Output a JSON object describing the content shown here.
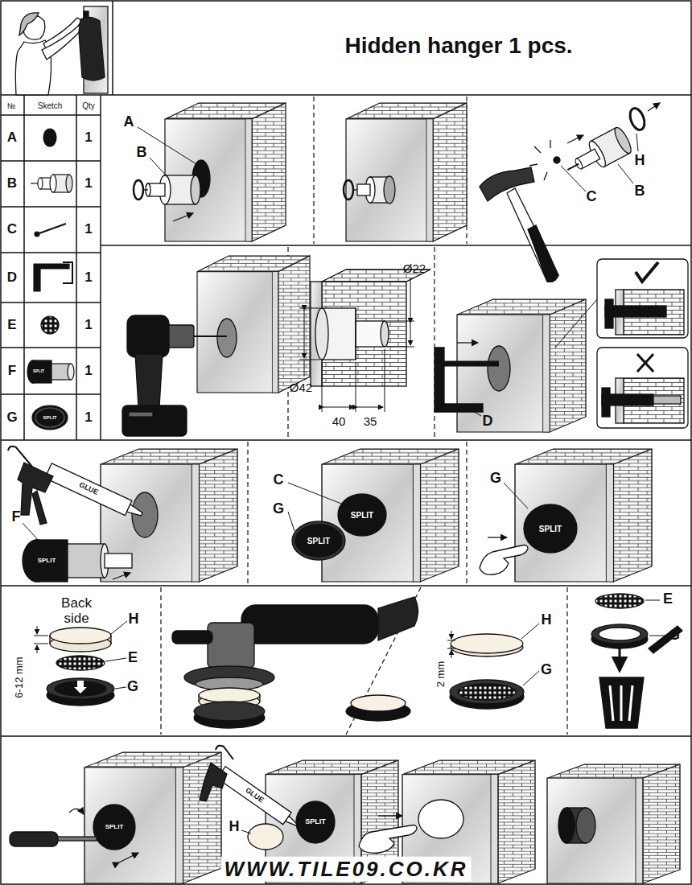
{
  "diagram": {
    "title": "Hidden hanger 1 pcs.",
    "labels": [
      "№",
      "Sketch",
      "Qty",
      "A",
      "1",
      "B",
      "1",
      "C",
      "1",
      "D",
      "1",
      "E",
      "1",
      "F",
      "1",
      "G",
      "1",
      "SPLIT",
      "SPLIT",
      "A",
      "B",
      "H",
      "C",
      "B",
      "Ø22",
      "Ø42",
      "40",
      "35",
      "D",
      "GLUE",
      "F",
      "SPLIT",
      "C",
      "G",
      "SPLIT",
      "SPLIT",
      "G",
      "SPLIT",
      "Back side",
      "H",
      "6-12 mm",
      "E",
      "G",
      "H",
      "2 mm",
      "G",
      "E",
      "G",
      "SPLIT",
      "GLUE",
      "SPLIT",
      "H",
      "WWW.TILE09.CO.KR"
    ]
  }
}
